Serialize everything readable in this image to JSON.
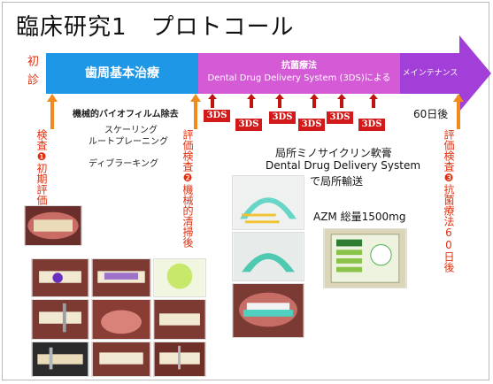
{
  "title": "臨床研究1　プロトコール",
  "first_visit": "初診",
  "timeline": {
    "phase1": "歯周基本治療",
    "phase2_line1": "抗菌療法",
    "phase2_line2": "Dental Drug Delivery System (3DS)による",
    "phase3": "メインテナンス"
  },
  "checkpoints": {
    "cp1": "検査❶初期評価",
    "cp2": "評価検査❷機械的清掃後",
    "cp3": "評価検査❸抗菌療法60日後"
  },
  "phase1_notes": {
    "line1": "機械的バイオフィルム除去",
    "line2a": "スケーリング",
    "line2b": "ルートプレーニング",
    "line3": "ディブラーキング"
  },
  "badge_label": "3DS",
  "day60": "60日後",
  "drug": {
    "line1": "局所ミノサイクリン軟膏",
    "line2": "Dental Drug Delivery System",
    "line3": "で局所輸送",
    "azm": "AZM 総量1500mg"
  },
  "colors": {
    "phase1": "#1e98e6",
    "phase2": "#d45ad6",
    "phase3": "#a23fd8",
    "badge": "#d21a1a",
    "marker": "#f08a1c",
    "accent_text": "#e03010"
  }
}
